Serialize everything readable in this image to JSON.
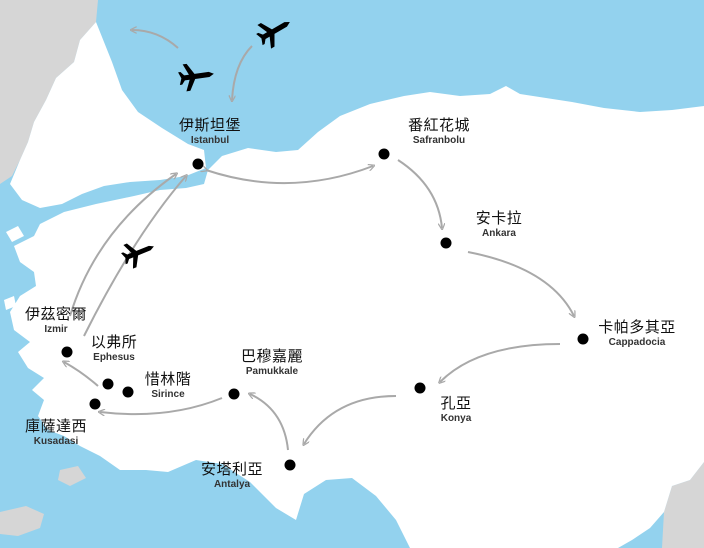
{
  "colors": {
    "sea": "#93d2ee",
    "land": "#ffffff",
    "neighbor_land": "#d6d6d6",
    "route": "#a9a9a9",
    "marker": "#000000"
  },
  "cities": {
    "istanbul": {
      "zh": "伊斯坦堡",
      "en": "Istanbul"
    },
    "safranbolu": {
      "zh": "番紅花城",
      "en": "Safranbolu"
    },
    "ankara": {
      "zh": "安卡拉",
      "en": "Ankara"
    },
    "cappadocia": {
      "zh": "卡帕多其亞",
      "en": "Cappadocia"
    },
    "konya": {
      "zh": "孔亞",
      "en": "Konya"
    },
    "antalya": {
      "zh": "安塔利亞",
      "en": "Antalya"
    },
    "pamukkale": {
      "zh": "巴穆嘉麗",
      "en": "Pamukkale"
    },
    "sirince": {
      "zh": "惜林階",
      "en": "Sirince"
    },
    "ephesus": {
      "zh": "以弗所",
      "en": "Ephesus"
    },
    "kusadasi": {
      "zh": "庫薩達西",
      "en": "Kusadasi"
    },
    "izmir": {
      "zh": "伊茲密爾",
      "en": "Izmir"
    }
  },
  "icons": [
    "airplane-icon"
  ]
}
